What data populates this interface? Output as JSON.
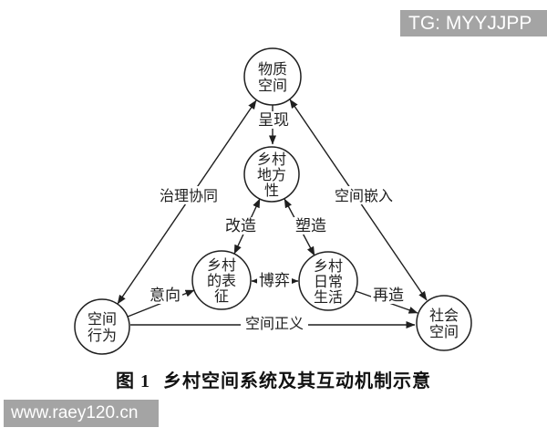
{
  "watermarks": {
    "top_right": "TG: MYYJJPP",
    "bottom_left": "www.raey120.cn",
    "box_color": "#a4a4a4",
    "text_color": "#ffffff"
  },
  "caption": {
    "prefix": "图 1",
    "title": "乡村空间系统及其互动机制示意"
  },
  "diagram": {
    "line_color": "#1f1f1f",
    "nodes": [
      {
        "id": "physical-space",
        "lines": [
          "物质",
          "空间"
        ]
      },
      {
        "id": "rural-locality",
        "lines": [
          "乡村",
          "地方",
          "性"
        ]
      },
      {
        "id": "rural-representation",
        "lines": [
          "乡村",
          "的表",
          "征"
        ]
      },
      {
        "id": "rural-daily-life",
        "lines": [
          "乡村",
          "日常",
          "生活"
        ]
      },
      {
        "id": "spatial-behavior",
        "lines": [
          "空间",
          "行为"
        ]
      },
      {
        "id": "social-space",
        "lines": [
          "社会",
          "空间"
        ]
      }
    ],
    "edges": [
      {
        "label": "呈现",
        "from": "physical-space",
        "to": "rural-locality",
        "direction": "one-way"
      },
      {
        "label": "治理协同",
        "from": "spatial-behavior",
        "to": "physical-space",
        "direction": "two-way"
      },
      {
        "label": "空间嵌入",
        "from": "social-space",
        "to": "physical-space",
        "direction": "two-way"
      },
      {
        "label": "改造",
        "from": "rural-representation",
        "to": "rural-locality",
        "direction": "two-way"
      },
      {
        "label": "塑造",
        "from": "rural-daily-life",
        "to": "rural-locality",
        "direction": "two-way"
      },
      {
        "label": "博弈",
        "from": "rural-representation",
        "to": "rural-daily-life",
        "direction": "two-way"
      },
      {
        "label": "意向",
        "from": "spatial-behavior",
        "to": "rural-representation",
        "direction": "one-way"
      },
      {
        "label": "再造",
        "from": "rural-daily-life",
        "to": "social-space",
        "direction": "one-way"
      },
      {
        "label": "空间正义",
        "from": "spatial-behavior",
        "to": "social-space",
        "direction": "one-way"
      }
    ]
  }
}
